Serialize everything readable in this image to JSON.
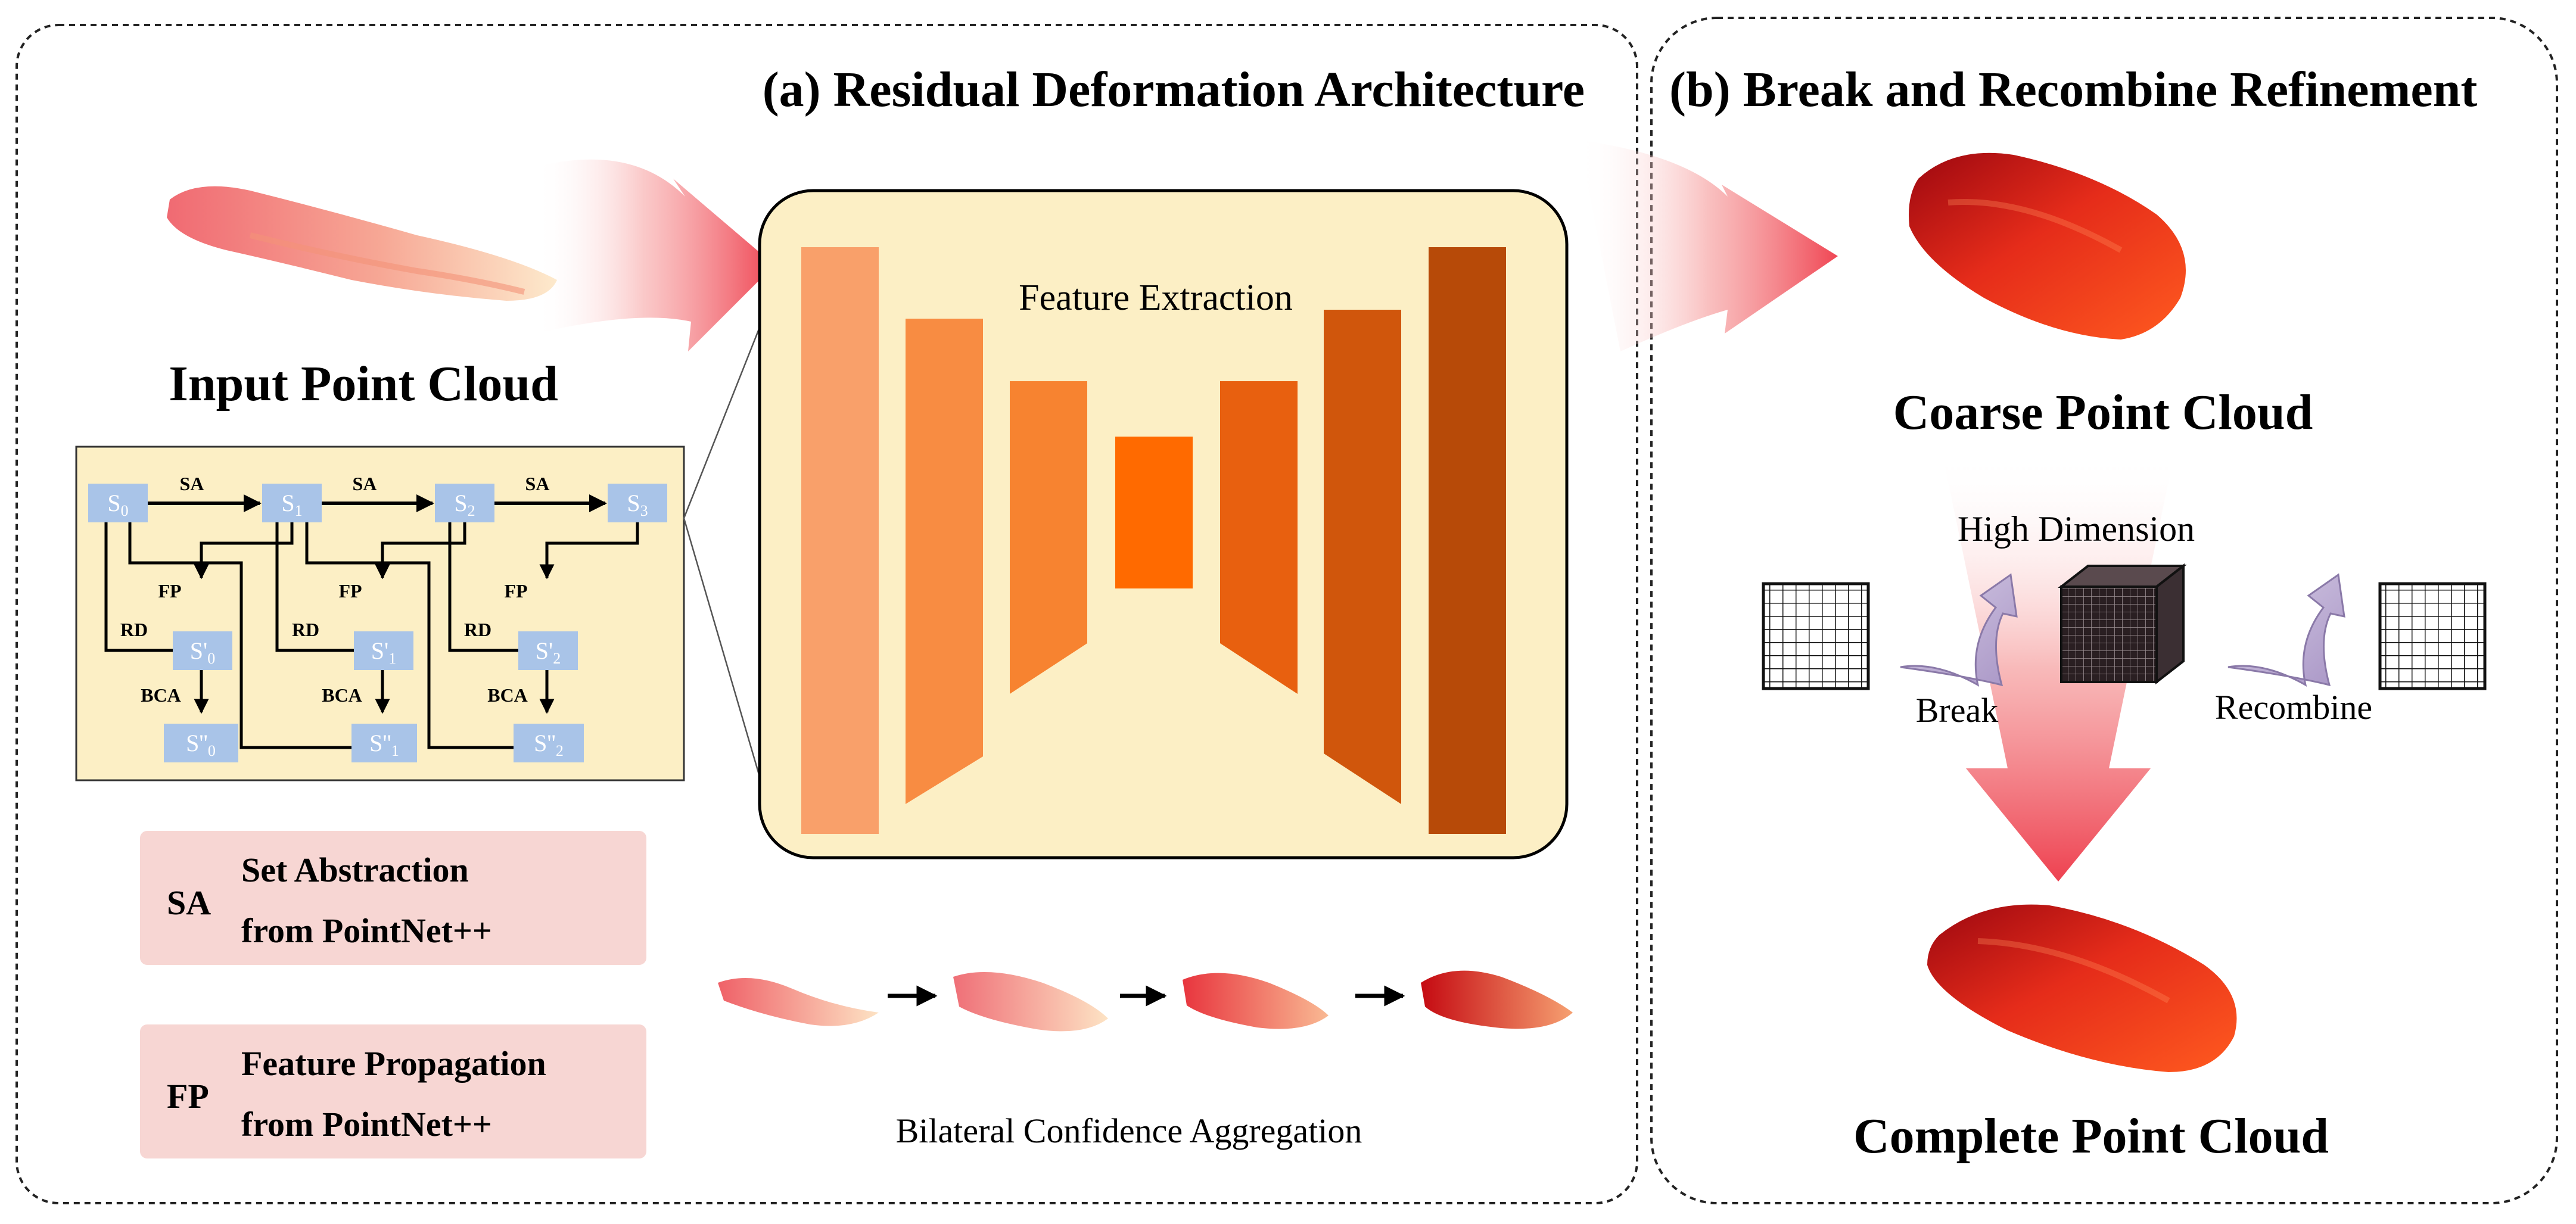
{
  "panel_a": {
    "title": "(a) Residual Deformation Architecture",
    "input_label": "Input Point Cloud",
    "feature_label": "Feature Extraction",
    "bca_label": "Bilateral Confidence Aggregation",
    "legend": [
      {
        "abbr": "SA",
        "line1": "Set Abstraction",
        "line2": "from PointNet++"
      },
      {
        "abbr": "FP",
        "line1": "Feature Propagation",
        "line2": "from PointNet++"
      }
    ],
    "net": {
      "s_nodes": [
        {
          "base": "S",
          "sub": "0"
        },
        {
          "base": "S",
          "sub": "1"
        },
        {
          "base": "S",
          "sub": "2"
        },
        {
          "base": "S",
          "sub": "3"
        }
      ],
      "sp_nodes": [
        {
          "base": "S'",
          "sub": "0"
        },
        {
          "base": "S'",
          "sub": "1"
        },
        {
          "base": "S'",
          "sub": "2"
        }
      ],
      "spp_nodes": [
        {
          "base": "S''",
          "sub": "0"
        },
        {
          "base": "S''",
          "sub": "1"
        },
        {
          "base": "S''",
          "sub": "2"
        }
      ],
      "edge_sa": "SA",
      "edge_fp": "FP",
      "edge_rd": "RD",
      "edge_bca": "BCA"
    },
    "colors": {
      "encoder": [
        "#f9a06a",
        "#f88c42",
        "#f78330",
        "#ff6a00"
      ],
      "decoder": [
        "#e8600f",
        "#d0560c",
        "#b74a08"
      ],
      "module_bg": "#fcefc5",
      "node": "#a9c4e8",
      "legend_bg": "#f7d6d3"
    }
  },
  "panel_b": {
    "title": "(b) Break and Recombine Refinement",
    "coarse_label": "Coarse Point Cloud",
    "high_dim_label": "High Dimension",
    "break_label": "Break",
    "recombine_label": "Recombine",
    "complete_label": "Complete Point Cloud"
  }
}
